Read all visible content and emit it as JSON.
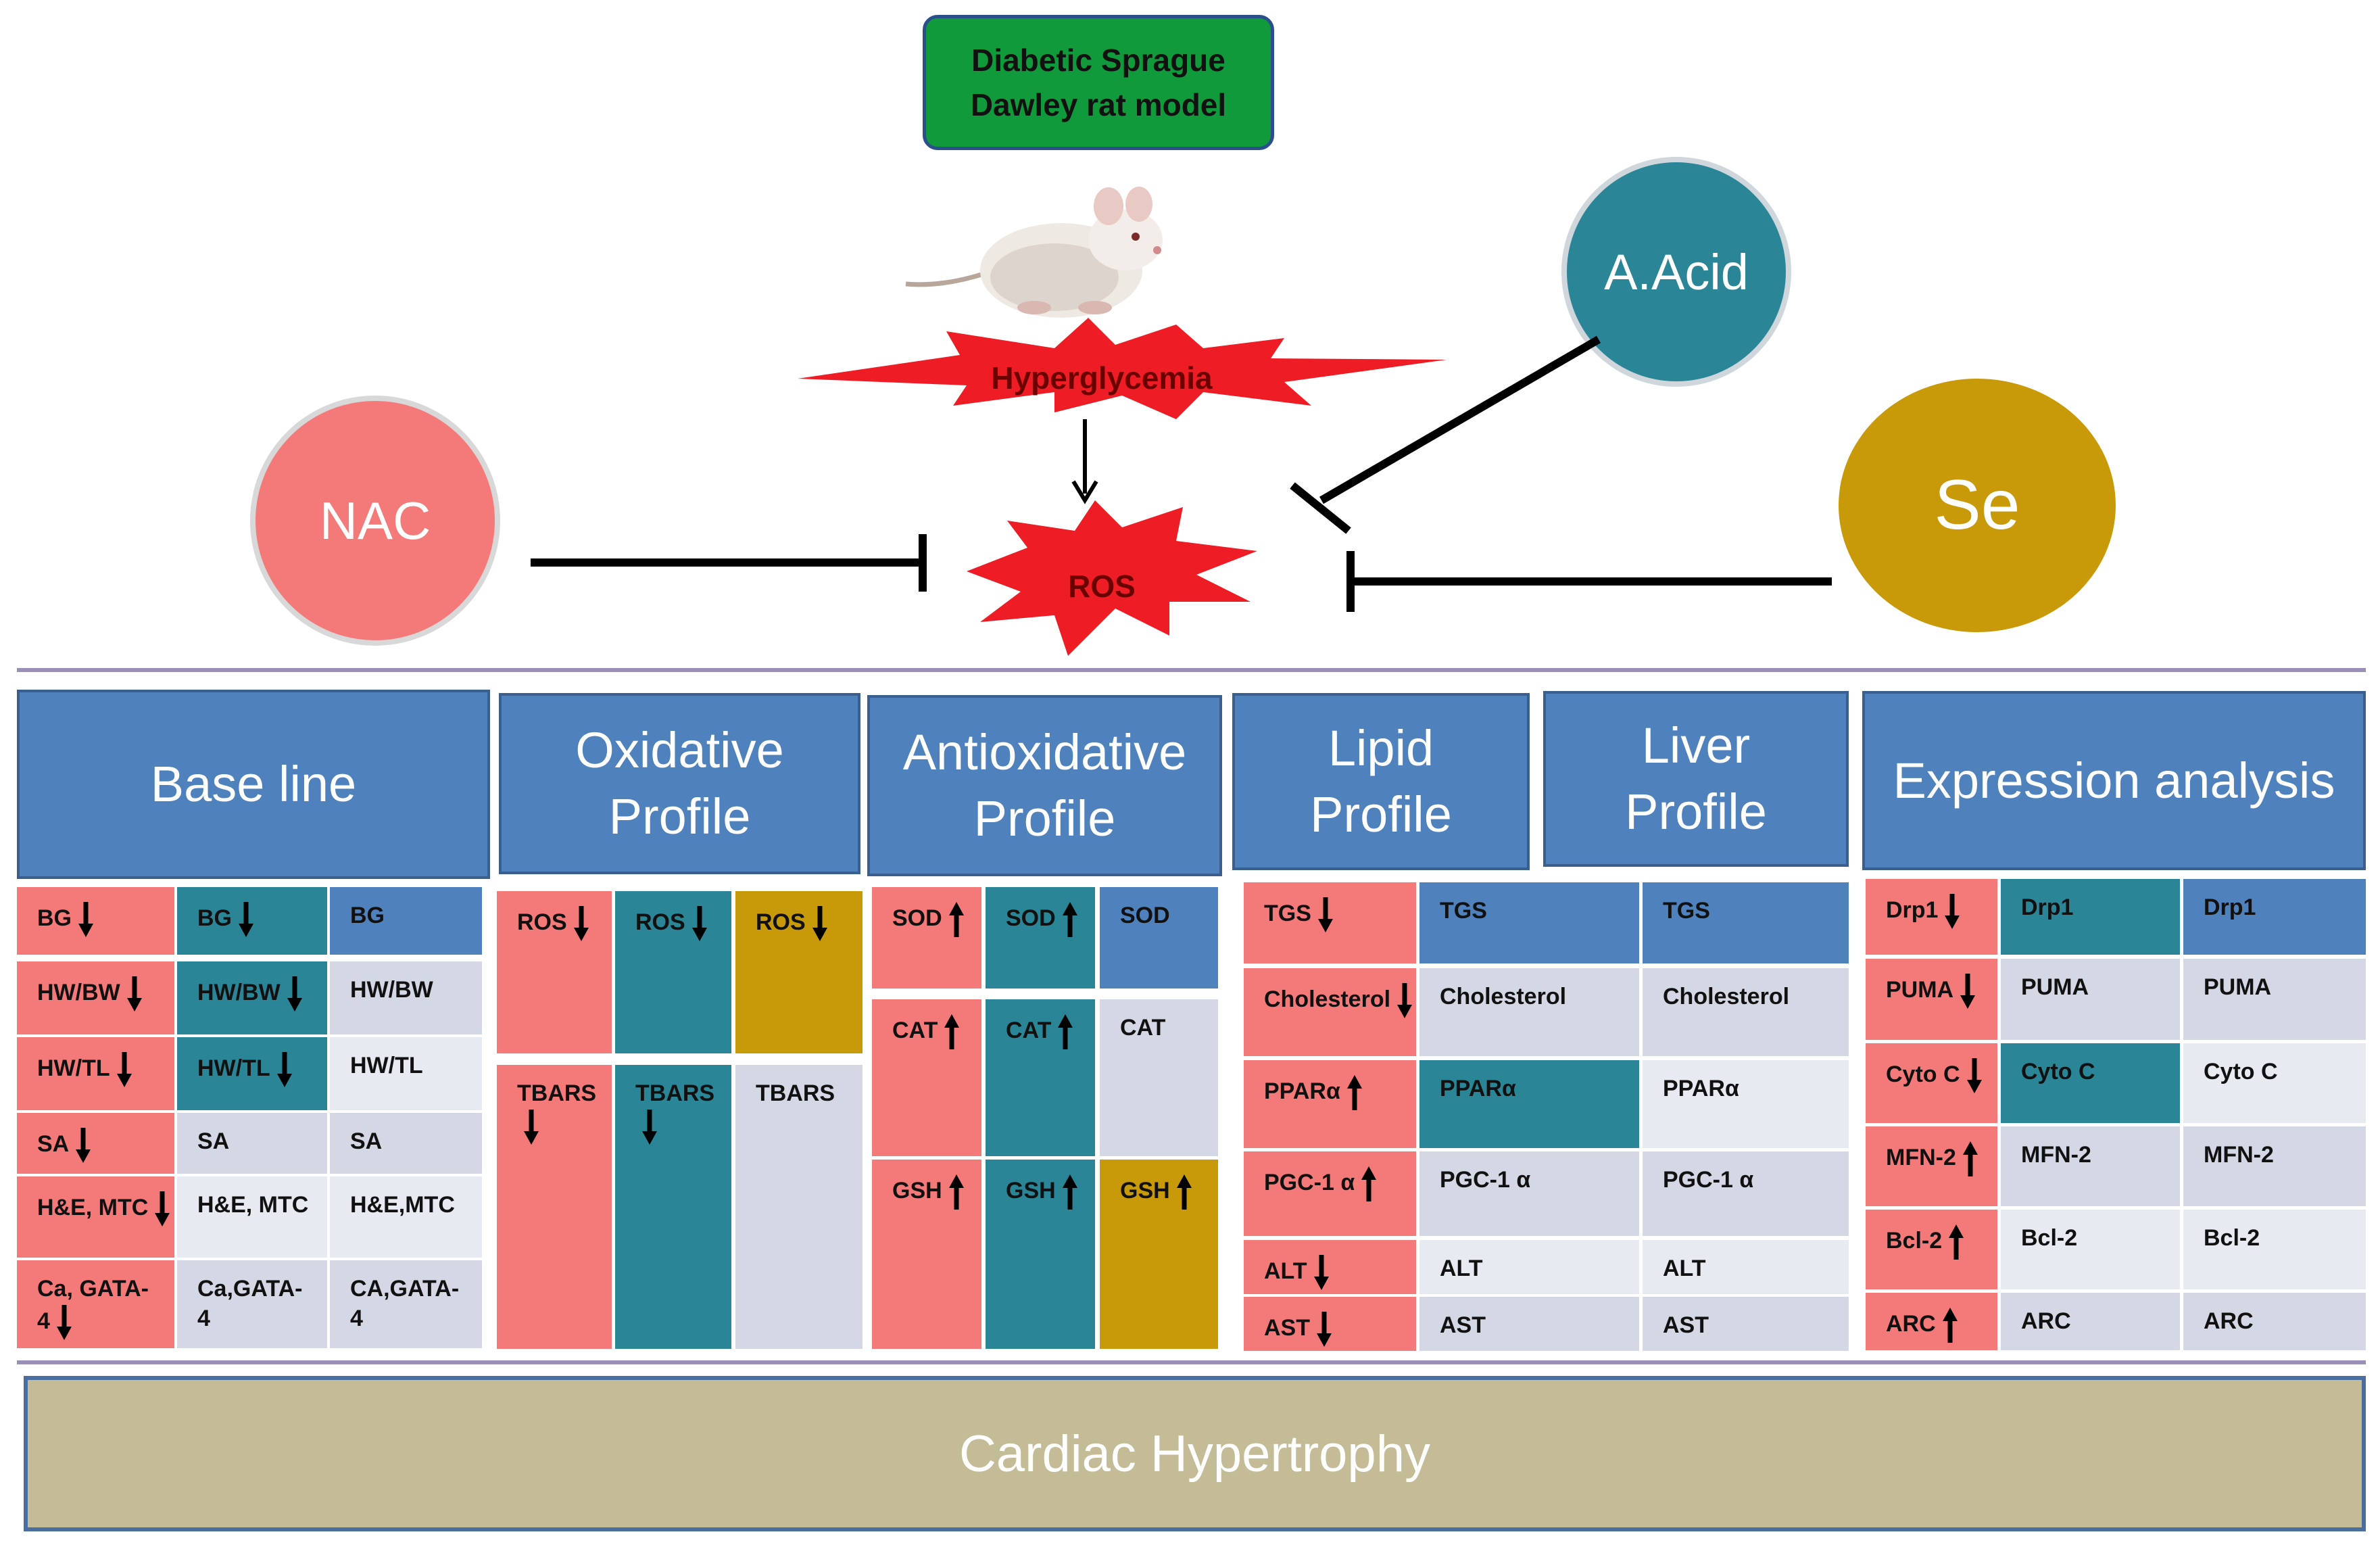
{
  "model": {
    "label": "Diabetic Sprague\nDawley rat model"
  },
  "hyperglycemia": "Hyperglycemia",
  "ros_center": "ROS",
  "treatments": {
    "nac": "NAC",
    "aacid": "A.Acid",
    "se": "Se"
  },
  "colors": {
    "nac": "#f47a7a",
    "aacid": "#2a8597",
    "se": "#c89a0a",
    "header": "#4f81bd",
    "bottom": "#c4bc96"
  },
  "headers": {
    "baseline": "Base line",
    "oxidative": "Oxidative\nProfile",
    "antioxidative": "Antioxidative\nProfile",
    "lipid": "Lipid\nProfile",
    "liver": "Liver\nProfile",
    "expression": "Expression analysis"
  },
  "cells": {
    "bl": [
      "BG",
      "BG",
      "BG",
      "HW/BW",
      "HW/BW",
      "HW/BW",
      "HW/TL",
      "HW/TL",
      "HW/TL",
      "SA",
      "SA",
      "SA",
      "H&E, MTC",
      "H&E, MTC",
      "H&E,MTC",
      "Ca, GATA-\n4",
      "Ca,GATA-\n4",
      "CA,GATA-\n4"
    ],
    "ox": [
      "ROS",
      "ROS",
      "ROS",
      "TBARS",
      "TBARS",
      "TBARS"
    ],
    "ao": [
      "SOD",
      "SOD",
      "SOD",
      "CAT",
      "CAT",
      "CAT",
      "GSH",
      "GSH",
      "GSH"
    ],
    "lp": [
      "TGS",
      "TGS",
      "TGS",
      "Cholesterol",
      "Cholesterol",
      "Cholesterol",
      "PPARα",
      "PPARα",
      "PPARα",
      "PGC-1 α",
      "PGC-1 α",
      "PGC-1 α",
      "ALT",
      "ALT",
      "ALT",
      "AST",
      "AST",
      "AST"
    ],
    "ex": [
      "Drp1",
      "Drp1",
      "Drp1",
      "PUMA",
      "PUMA",
      "PUMA",
      "Cyto C",
      "Cyto C",
      "Cyto C",
      "MFN-2",
      "MFN-2",
      "MFN-2",
      "Bcl-2",
      "Bcl-2",
      "Bcl-2",
      "ARC",
      "ARC",
      "ARC"
    ]
  },
  "outcome": "Cardiac Hypertrophy"
}
